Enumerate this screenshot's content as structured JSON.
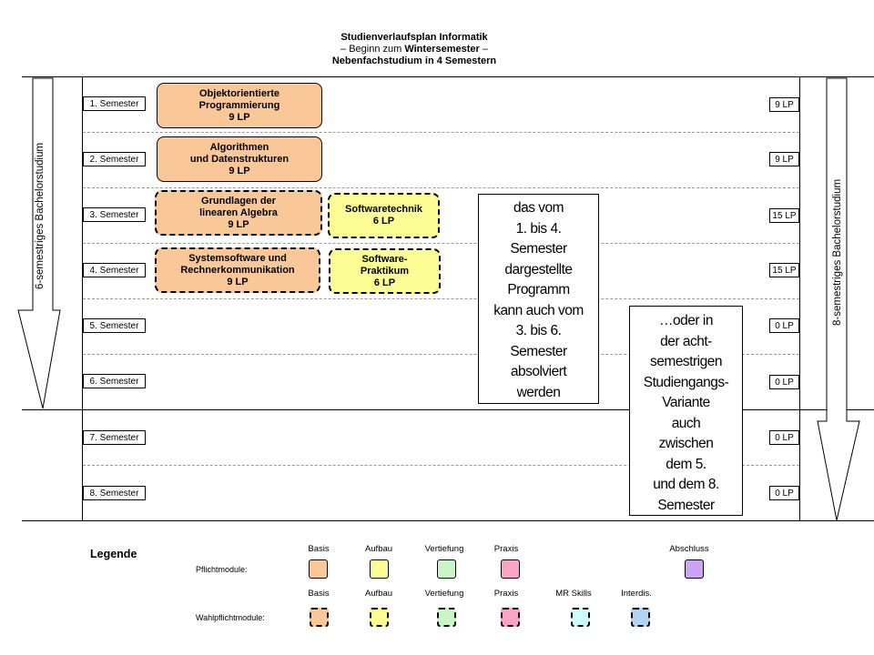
{
  "title": {
    "line1": "Studienverlaufsplan Informatik",
    "line2_pre": "– Beginn zum ",
    "line2_bold": "Wintersemester",
    "line2_post": " –",
    "line3": "Nebenfachstudium in 4 Semestern"
  },
  "semesters": [
    "1. Semester",
    "2. Semester",
    "3. Semester",
    "4. Semester",
    "5. Semester",
    "6. Semester",
    "7. Semester",
    "8. Semester"
  ],
  "credits": [
    "9 LP",
    "9 LP",
    "15 LP",
    "15 LP",
    "0 LP",
    "0 LP",
    "0 LP",
    "0 LP"
  ],
  "arrows": {
    "left_label": "6-semestriges Bachelorstudium",
    "right_label": "8-semestriges Bachelorstudium"
  },
  "modules": {
    "m1": {
      "line1": "Objektorientierte",
      "line2": "Programmierung",
      "line3": "9 LP"
    },
    "m2": {
      "line1": "Algorithmen",
      "line2": "und Datenstrukturen",
      "line3": "9 LP"
    },
    "m3": {
      "line1": "Grundlagen  der",
      "line2": "linearen Algebra",
      "line3": "9 LP"
    },
    "m4": {
      "line1": "Softwaretechnik",
      "line2": "6 LP"
    },
    "m5": {
      "line1": "Systemsoftware und",
      "line2": "Rechnerkommunikation",
      "line3": "9 LP"
    },
    "m6": {
      "line1": "Software-",
      "line2": "Praktikum",
      "line3": "6 LP"
    }
  },
  "notes": {
    "note1": [
      "das vom",
      "1. bis 4.",
      "Semester",
      "dargestellte",
      "Programm",
      "kann auch vom",
      "3. bis 6.",
      "Semester",
      "absolviert",
      "werden"
    ],
    "note2": [
      "…oder in",
      "der acht-",
      "semestrigen",
      "Studiengangs-",
      "Variante",
      "auch",
      "zwischen",
      "dem 5.",
      "und dem 8.",
      "Semester"
    ]
  },
  "legend": {
    "title": "Legende",
    "pflicht_label": "Pflichtmodule:",
    "wahl_label": "Wahlpflichtmodule:",
    "pflicht_items": [
      "Basis",
      "Aufbau",
      "Vertiefung",
      "Praxis",
      "Abschluss"
    ],
    "wahl_items": [
      "Basis",
      "Aufbau",
      "Vertiefung",
      "Praxis",
      "MR Skills",
      "Interdis."
    ]
  },
  "colors": {
    "basis": "#fac898",
    "aufbau": "#fdfd96",
    "vertiefung": "#c8f7c5",
    "praxis": "#f9a3c7",
    "abschluss": "#cca3f5",
    "mr_skills": "#ccfcfc",
    "interdis": "#b3d4f0"
  }
}
